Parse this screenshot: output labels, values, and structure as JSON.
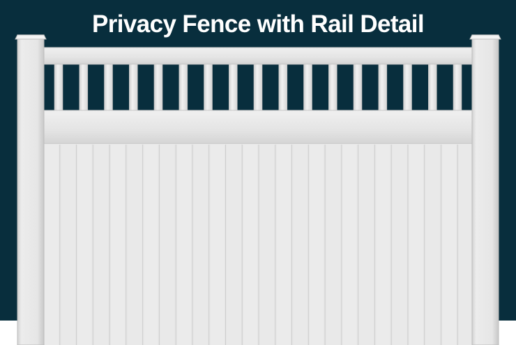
{
  "title": "Privacy Fence with Rail Detail",
  "image": {
    "subject": "white vinyl privacy fence",
    "picket_count": 17,
    "board_count": 26
  },
  "colors": {
    "background": "#082e3d",
    "ground": "#ffffff",
    "fence": "#e6e6e6",
    "title_text": "#ffffff"
  }
}
